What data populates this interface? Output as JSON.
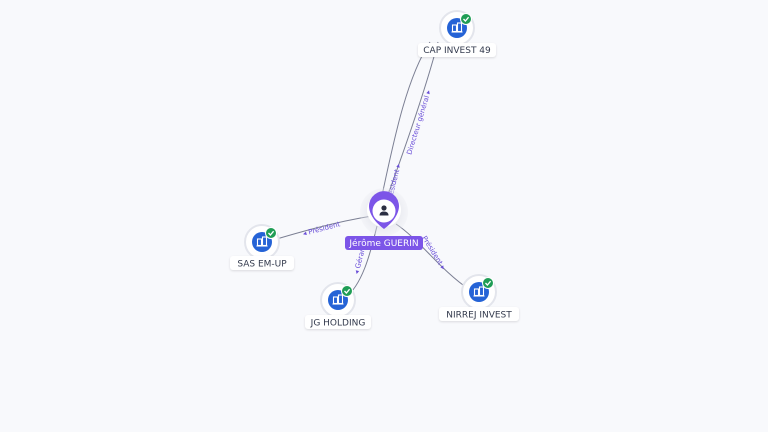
{
  "colors": {
    "company_blue": "#2563d6",
    "check_green": "#1f9d55",
    "person_purple": "#7c55e8",
    "edge_gray": "#7b7f93",
    "edge_label": "#6a4fd8"
  },
  "person": {
    "name": "Jérôme GUERIN",
    "icon": "user-icon"
  },
  "companies": [
    {
      "id": "cap",
      "name": "CAP INVEST 49",
      "icon": "building-icon",
      "verified_icon": "check-badge-icon"
    },
    {
      "id": "sas",
      "name": "SAS EM-UP",
      "icon": "building-icon",
      "verified_icon": "check-badge-icon"
    },
    {
      "id": "jg",
      "name": "JG HOLDING",
      "icon": "building-icon",
      "verified_icon": "check-badge-icon"
    },
    {
      "id": "nirrej",
      "name": "NIRREJ INVEST",
      "icon": "building-icon",
      "verified_icon": "check-badge-icon"
    }
  ],
  "edges": [
    {
      "to": "cap",
      "label": "Président"
    },
    {
      "to": "cap",
      "label": "Directeur général"
    },
    {
      "to": "sas",
      "label": "Président"
    },
    {
      "to": "jg",
      "label": "Gérant"
    },
    {
      "to": "nirrej",
      "label": "Président"
    }
  ]
}
